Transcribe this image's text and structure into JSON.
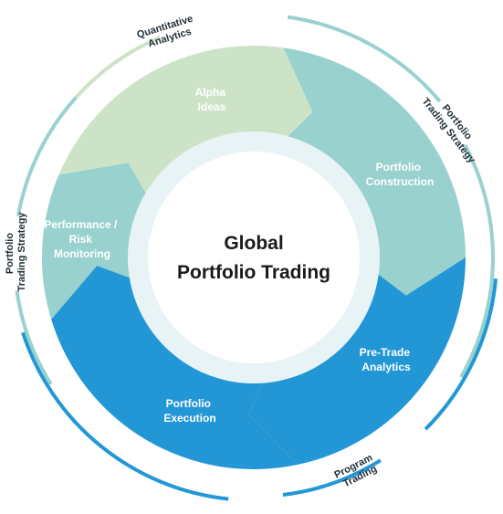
{
  "center": {
    "line1": "Global",
    "line2": "Portfolio Trading"
  },
  "segments": [
    {
      "lines": [
        "Alpha",
        "Ideas"
      ],
      "color": "#cde3c8"
    },
    {
      "lines": [
        "Portfolio",
        "Construction"
      ],
      "color": "#98d1ce"
    },
    {
      "lines": [
        "Pre-Trade",
        "Analytics"
      ],
      "color": "#2397d6"
    },
    {
      "lines": [
        "Portfolio",
        "Execution"
      ],
      "color": "#2397d6"
    },
    {
      "lines": [
        "Performance /",
        "Risk",
        "Monitoring"
      ],
      "color": "#98d1ce"
    }
  ],
  "outer_labels": {
    "quant": {
      "lines": [
        "Quantitative",
        "Analytics"
      ]
    },
    "strategy_right": {
      "lines": [
        "Portfolio",
        "Trading Strategy"
      ]
    },
    "strategy_left": {
      "lines": [
        "Portfolio",
        "Trading Strategy"
      ]
    },
    "program": {
      "lines": [
        "Program",
        "Trading"
      ]
    }
  },
  "colors": {
    "light_green": "#cde3c8",
    "teal": "#98d1ce",
    "blue": "#2397d6",
    "inner_ring": "#e8f3f6"
  }
}
